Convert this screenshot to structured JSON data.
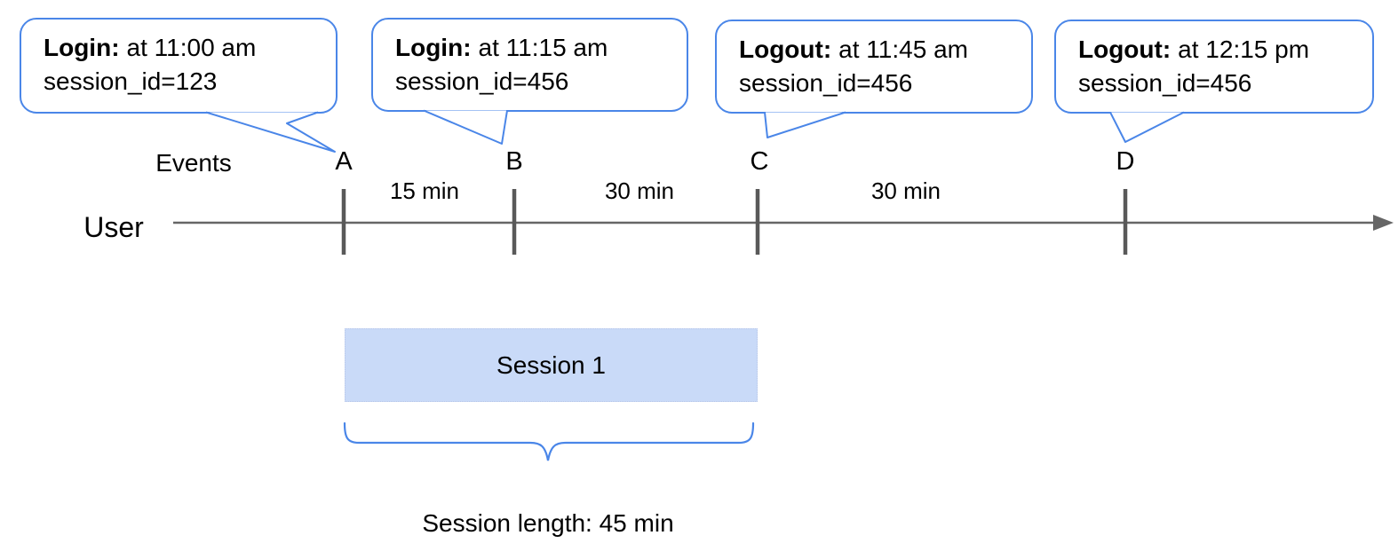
{
  "colors": {
    "accent_blue": "#4a86e8",
    "session_box_fill": "#c9daf8",
    "axis_gray": "#666666",
    "tick_gray": "#595959",
    "text_black": "#000000"
  },
  "callouts": [
    {
      "event": "A",
      "title": "Login:",
      "time": "at 11:00 am",
      "session": "session_id=123"
    },
    {
      "event": "B",
      "title": "Login:",
      "time": "at 11:15 am",
      "session": "session_id=456"
    },
    {
      "event": "C",
      "title": "Logout:",
      "time": "at 11:45 am",
      "session": "session_id=456"
    },
    {
      "event": "D",
      "title": "Logout:",
      "time": "at 12:15 pm",
      "session": "session_id=456"
    }
  ],
  "timeline": {
    "events_label": "Events",
    "user_label": "User",
    "event_markers": [
      "A",
      "B",
      "C",
      "D"
    ],
    "intervals": [
      "15 min",
      "30 min",
      "30 min"
    ]
  },
  "session": {
    "box_label": "Session 1",
    "length_label": "Session length: 45 min"
  }
}
